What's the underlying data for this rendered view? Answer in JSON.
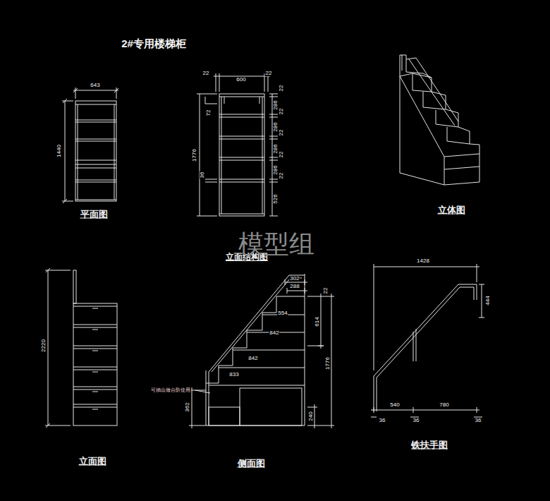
{
  "diagram": {
    "title": "2#专用楼梯柜",
    "labels": [
      "643",
      "1440",
      "平面图",
      "22",
      "600",
      "22",
      "22",
      "286",
      "22",
      "286",
      "22",
      "286",
      "22",
      "286",
      "22",
      "526",
      "72",
      "1776",
      "36",
      "立面结构图",
      "立体图",
      "模型组",
      "2220",
      "立面图",
      "302",
      "288",
      "22",
      "554",
      "614",
      "842",
      "842",
      "1776",
      "833",
      "可抽出做台阶使用",
      "362",
      "240",
      "侧面图",
      "1428",
      "444",
      "540",
      "780",
      "36",
      "36",
      "36",
      "铁扶手图"
    ]
  }
}
